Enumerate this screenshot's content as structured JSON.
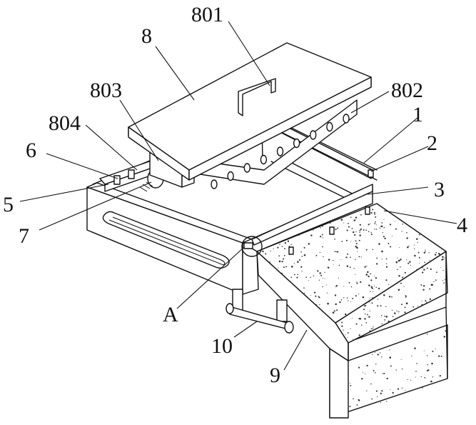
{
  "labels": {
    "l801": "801",
    "l8": "8",
    "l803": "803",
    "l802": "802",
    "l1": "1",
    "l804": "804",
    "l6": "6",
    "l2": "2",
    "l3": "3",
    "l5": "5",
    "l4": "4",
    "l7": "7",
    "lA": "A",
    "l10": "10",
    "l9": "9"
  }
}
